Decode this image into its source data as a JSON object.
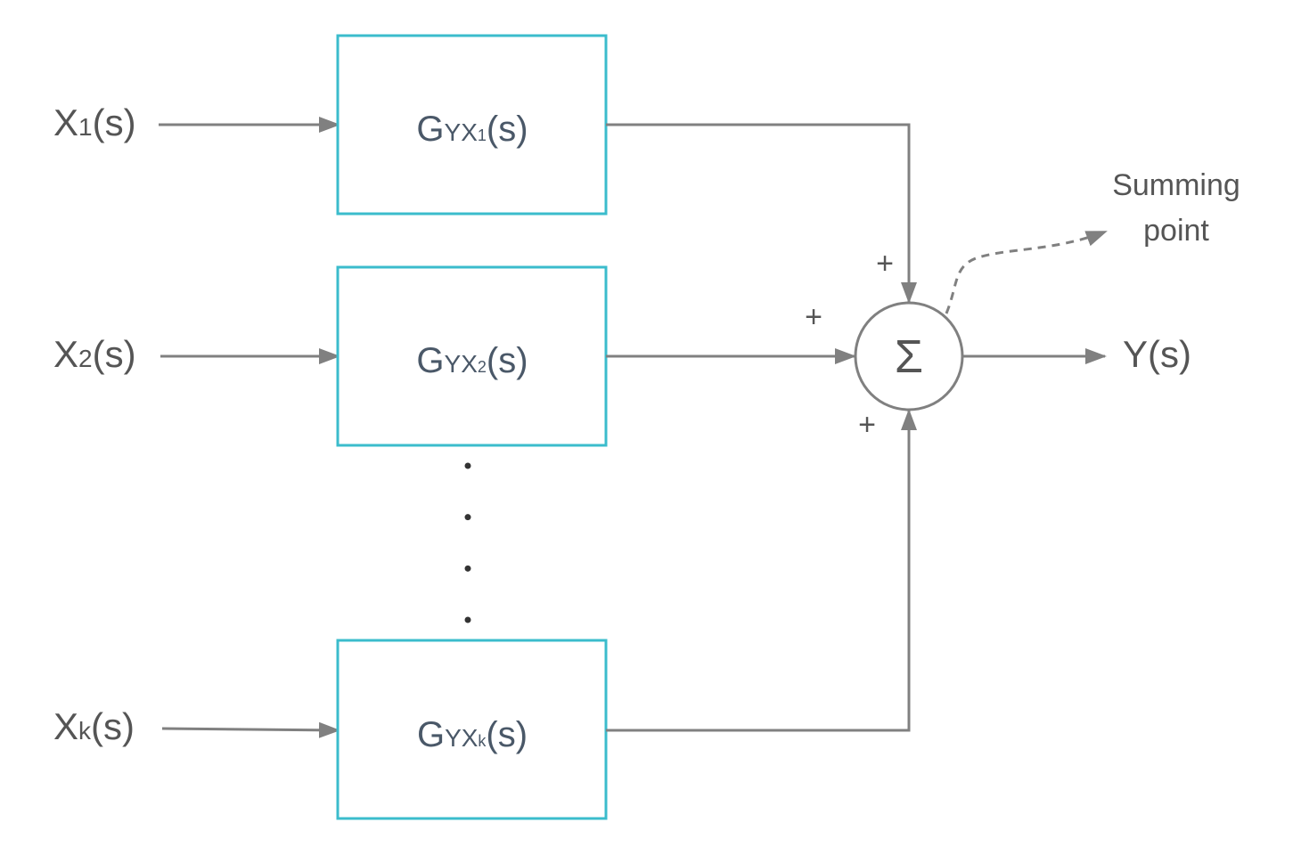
{
  "colors": {
    "line": "#808080",
    "block_border": "#3bbccc",
    "block_text": "#4a5868",
    "input_text": "#555555",
    "background": "#ffffff"
  },
  "inputs": [
    {
      "main": "X",
      "sub": "1",
      "tail": "(s)"
    },
    {
      "main": "X",
      "sub": "2",
      "tail": "(s)"
    },
    {
      "main": "X",
      "sub": "k",
      "tail": "(s)"
    }
  ],
  "blocks": [
    {
      "main": "G",
      "sub": "YX",
      "subsub": "1",
      "tail": "(s)"
    },
    {
      "main": "G",
      "sub": "YX",
      "subsub": "2",
      "tail": "(s)"
    },
    {
      "main": "G",
      "sub": "YX",
      "subsub": "k",
      "tail": "(s)"
    }
  ],
  "signs": {
    "top": "+",
    "left": "+",
    "bottom": "+"
  },
  "summing_symbol": "Σ",
  "output": "Y(s)",
  "annotation": {
    "line1": "Summing",
    "line2": "point"
  },
  "ellipsis_dots": 4
}
